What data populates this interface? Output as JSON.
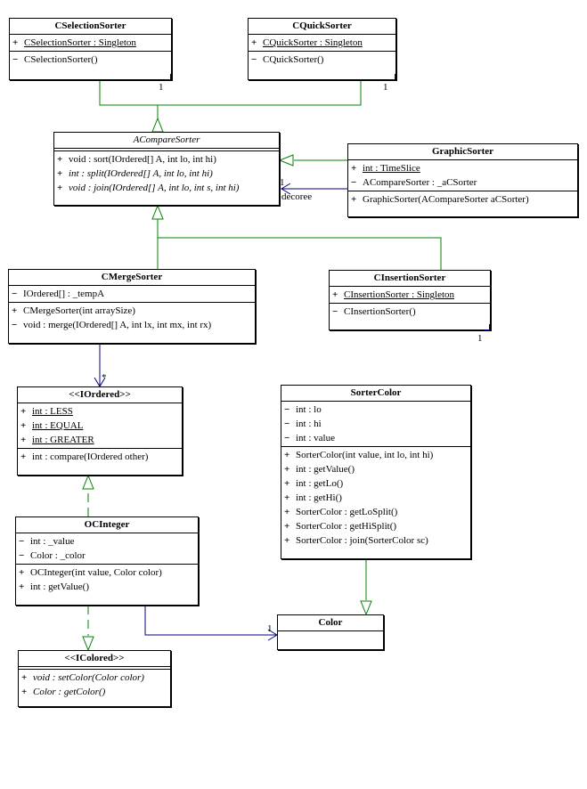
{
  "colors": {
    "generalization": "#008000",
    "association": "#000080",
    "border": "#000000"
  },
  "classes": {
    "cselection": {
      "name": "CSelectionSorter",
      "attrs": [
        {
          "vis": "+",
          "text": "CSelectionSorter : Singleton",
          "underline": true
        }
      ],
      "ops": [
        {
          "vis": "−",
          "text": "CSelectionSorter()"
        }
      ]
    },
    "cquick": {
      "name": "CQuickSorter",
      "attrs": [
        {
          "vis": "+",
          "text": "CQuickSorter : Singleton",
          "underline": true
        }
      ],
      "ops": [
        {
          "vis": "−",
          "text": "CQuickSorter()"
        }
      ]
    },
    "acompare": {
      "name": "ACompareSorter",
      "attrs": [],
      "ops": [
        {
          "vis": "+",
          "text": "void : sort(IOrdered[] A, int lo, int hi)"
        },
        {
          "vis": "+",
          "text": "int : split(IOrdered[] A, int lo, int hi)",
          "italic": true
        },
        {
          "vis": "+",
          "text": "void : join(IOrdered[] A, int lo, int s, int hi)",
          "italic": true
        }
      ]
    },
    "graphic": {
      "name": "GraphicSorter",
      "attrs": [
        {
          "vis": "+",
          "text": "int : TimeSlice",
          "underline": true
        },
        {
          "vis": "−",
          "text": "ACompareSorter : _aCSorter"
        }
      ],
      "ops": [
        {
          "vis": "+",
          "text": "GraphicSorter(ACompareSorter aCSorter)"
        }
      ]
    },
    "cmerge": {
      "name": "CMergeSorter",
      "attrs": [
        {
          "vis": "−",
          "text": "IOrdered[] : _tempA"
        }
      ],
      "ops": [
        {
          "vis": "+",
          "text": "CMergeSorter(int arraySize)"
        },
        {
          "vis": "−",
          "text": "void : merge(IOrdered[] A, int lx, int mx, int rx)"
        }
      ]
    },
    "cinsertion": {
      "name": "CInsertionSorter",
      "attrs": [
        {
          "vis": "+",
          "text": "CInsertionSorter : Singleton",
          "underline": true
        }
      ],
      "ops": [
        {
          "vis": "−",
          "text": "CInsertionSorter()"
        }
      ]
    },
    "iordered": {
      "name": "<<IOrdered>>",
      "attrs": [
        {
          "vis": "+",
          "text": "int : LESS",
          "underline": true
        },
        {
          "vis": "+",
          "text": "int : EQUAL",
          "underline": true
        },
        {
          "vis": "+",
          "text": "int : GREATER",
          "underline": true
        }
      ],
      "ops": [
        {
          "vis": "+",
          "text": "int : compare(IOrdered other)"
        }
      ]
    },
    "sortercolor": {
      "name": "SorterColor",
      "attrs": [
        {
          "vis": "−",
          "text": "int : lo"
        },
        {
          "vis": "−",
          "text": "int : hi"
        },
        {
          "vis": "−",
          "text": "int : value"
        }
      ],
      "ops": [
        {
          "vis": "+",
          "text": "SorterColor(int value, int lo, int hi)"
        },
        {
          "vis": "+",
          "text": "int : getValue()"
        },
        {
          "vis": "+",
          "text": "int : getLo()"
        },
        {
          "vis": "+",
          "text": "int : getHi()"
        },
        {
          "vis": "+",
          "text": "SorterColor : getLoSplit()"
        },
        {
          "vis": "+",
          "text": "SorterColor : getHiSplit()"
        },
        {
          "vis": "+",
          "text": "SorterColor : join(SorterColor sc)"
        }
      ]
    },
    "ocinteger": {
      "name": "OCInteger",
      "attrs": [
        {
          "vis": "−",
          "text": "int : _value"
        },
        {
          "vis": "−",
          "text": "Color : _color"
        }
      ],
      "ops": [
        {
          "vis": "+",
          "text": "OCInteger(int value, Color color)"
        },
        {
          "vis": "+",
          "text": "int : getValue()"
        }
      ]
    },
    "color": {
      "name": "Color",
      "attrs": [],
      "ops": []
    },
    "icolored": {
      "name": "<<IColored>>",
      "attrs": [],
      "ops": [
        {
          "vis": "+",
          "text": "void : setColor(Color color)",
          "italic": true
        },
        {
          "vis": "+",
          "text": "Color : getColor()",
          "italic": true
        }
      ]
    }
  },
  "labels": {
    "cselection_mult": "1",
    "cquick_mult": "1",
    "decoree_mult": "1",
    "decoree_role": "decoree",
    "cinsertion_mult": "1",
    "iordered_mult": "*",
    "color_mult": "1"
  }
}
